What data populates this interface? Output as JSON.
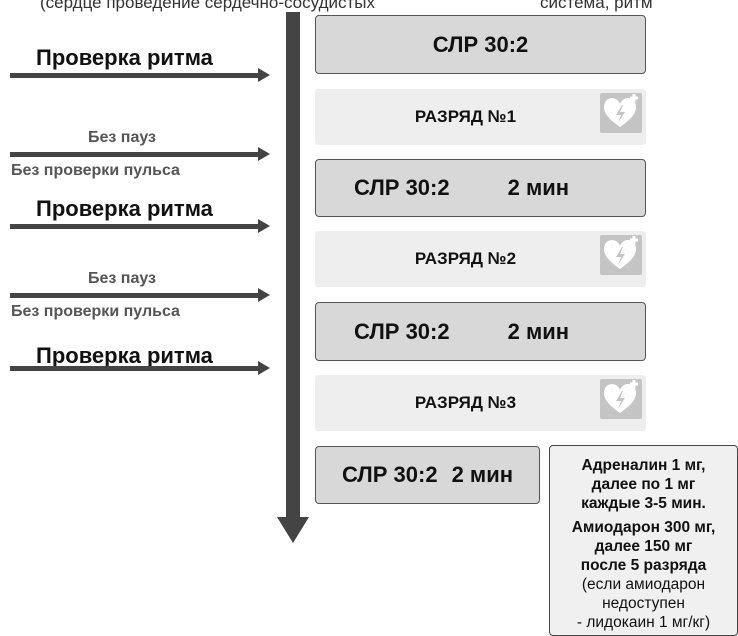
{
  "top_partial": {
    "left": "(сердце проведение сердечно-сосудистых",
    "right": "система, ритм"
  },
  "left_labels": {
    "rhythm_check_1": "Проверка ритма",
    "no_pause_1": "Без пауз",
    "no_pulse_check_1": "Без проверки пульса",
    "rhythm_check_2": "Проверка ритма",
    "no_pause_2": "Без пауз",
    "no_pulse_check_2": "Без проверки пульса",
    "rhythm_check_3": "Проверка ритма"
  },
  "steps": {
    "cpr_1": "СЛР 30:2",
    "shock_1": "РАЗРЯД №1",
    "cpr_2_ratio": "СЛР 30:2",
    "cpr_2_time": "2 мин",
    "shock_2": "РАЗРЯД №2",
    "cpr_3_ratio": "СЛР 30:2",
    "cpr_3_time": "2 мин",
    "shock_3": "РАЗРЯД №3",
    "cpr_4_ratio": "СЛР 30:2",
    "cpr_4_time": "2 мин"
  },
  "medications": {
    "adrenaline_1": "Адреналин 1 мг,",
    "adrenaline_2": "далее по 1 мг",
    "adrenaline_3": "каждые 3-5 мин.",
    "amiodarone_1": "Амиодарон 300 мг,",
    "amiodarone_2": "далее 150 мг",
    "amiodarone_3": "после 5 разряда",
    "lidocaine_1": "(если амиодарон",
    "lidocaine_2": "недоступен",
    "lidocaine_3": "- лидокаин 1 мг/кг)"
  },
  "icons": {
    "aed": "aed-heart-lightning-icon"
  },
  "colors": {
    "arrow": "#444444",
    "cpr_box": "#d8d8d8",
    "shock_box": "#eeeeee",
    "aed_icon_bg": "#c4c4c4",
    "meds_box": "#f0f0f0"
  }
}
